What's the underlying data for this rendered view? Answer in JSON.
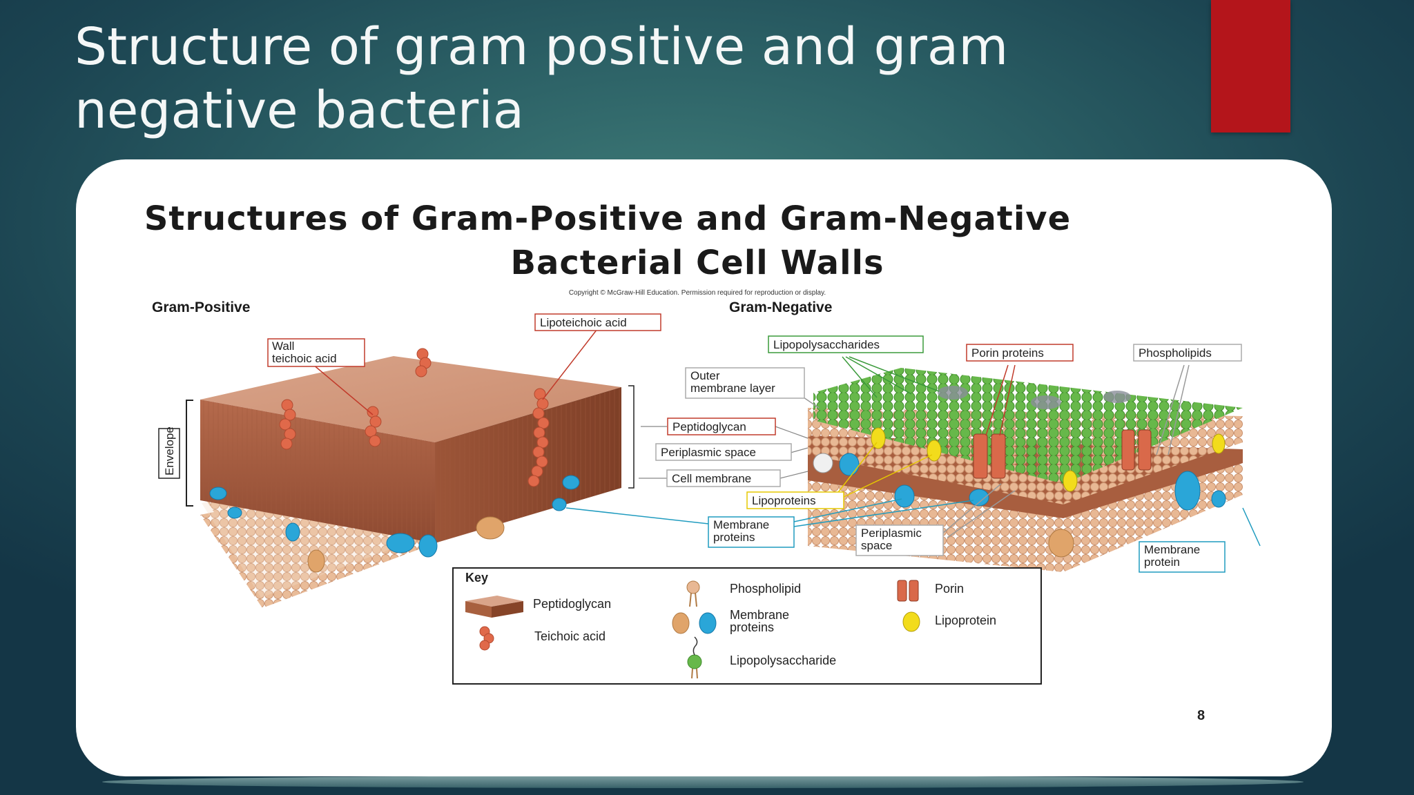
{
  "slide": {
    "title": "Structure of gram positive and gram negative bacteria",
    "accent_color": "#b4151b"
  },
  "figure": {
    "title_line1": "Structures of Gram-Positive and Gram-Negative",
    "title_line2": "Bacterial Cell Walls",
    "copyright": "Copyright © McGraw-Hill Education. Permission required for reproduction or display.",
    "gram_positive_heading": "Gram-Positive",
    "gram_negative_heading": "Gram-Negative",
    "envelope_label": "Envelope",
    "labels": {
      "wall_teichoic_line1": "Wall",
      "wall_teichoic_line2": "teichoic acid",
      "lipoteichoic": "Lipoteichoic acid",
      "lipopolysaccharides": "Lipopolysaccharides",
      "porin_proteins": "Porin proteins",
      "phospholipids": "Phospholipids",
      "outer_membrane_line1": "Outer",
      "outer_membrane_line2": "membrane layer",
      "peptidoglycan": "Peptidoglycan",
      "periplasmic_space": "Periplasmic space",
      "cell_membrane": "Cell membrane",
      "lipoproteins": "Lipoproteins",
      "membrane_proteins_line1": "Membrane",
      "membrane_proteins_line2": "proteins",
      "periplasmic_line1": "Periplasmic",
      "periplasmic_line2": "space",
      "membrane_protein_line1": "Membrane",
      "membrane_protein_line2": "protein"
    },
    "key": {
      "heading": "Key",
      "peptidoglycan": "Peptidoglycan",
      "teichoic_acid": "Teichoic acid",
      "phospholipid": "Phospholipid",
      "membrane_proteins_line1": "Membrane",
      "membrane_proteins_line2": "proteins",
      "lipopolysaccharide": "Lipopolysaccharide",
      "porin": "Porin",
      "lipoprotein": "Lipoprotein"
    },
    "page_number": "8"
  }
}
